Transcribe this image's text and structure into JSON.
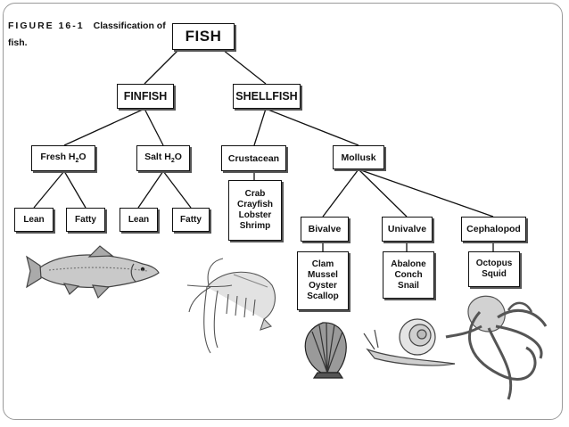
{
  "figure": {
    "label": "FIGURE 16-1",
    "caption": "Classification of fish."
  },
  "tree": {
    "root": "FISH",
    "finfish": "FINFISH",
    "shellfish": "SHELLFISH",
    "fresh_prefix": "Fresh H",
    "salt_prefix": "Salt H",
    "water_sub": "2",
    "water_suffix": "O",
    "fresh_lean": "Lean",
    "fresh_fatty": "Fatty",
    "salt_lean": "Lean",
    "salt_fatty": "Fatty",
    "crustacean": "Crustacean",
    "crustacean_items": [
      "Crab",
      "Crayfish",
      "Lobster",
      "Shrimp"
    ],
    "mollusk": "Mollusk",
    "bivalve": "Bivalve",
    "bivalve_items": [
      "Clam",
      "Mussel",
      "Oyster",
      "Scallop"
    ],
    "univalve": "Univalve",
    "univalve_items": [
      "Abalone",
      "Conch",
      "Snail"
    ],
    "cephalopod": "Cephalopod",
    "cephalopod_items": [
      "Octopus",
      "Squid"
    ]
  },
  "illustrations": [
    "fish-illustration",
    "shrimp-illustration",
    "scallop-illustration",
    "snail-illustration",
    "octopus-illustration"
  ],
  "colors": {
    "line": "#111111",
    "frame": "#9a9a9a",
    "drawing": "#555555"
  }
}
